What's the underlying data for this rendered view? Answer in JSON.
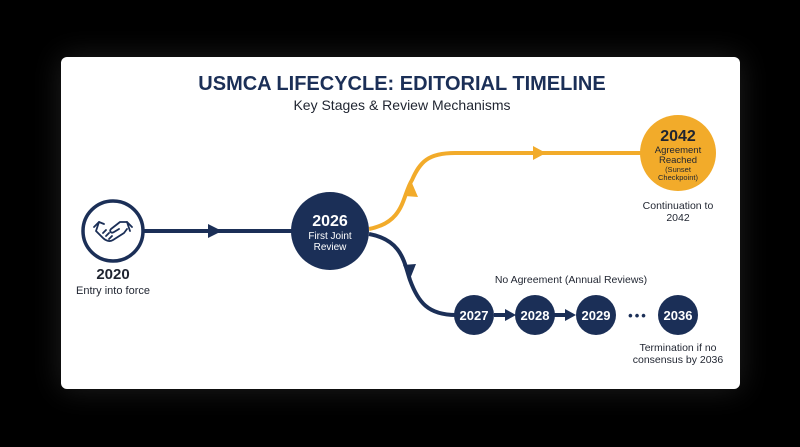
{
  "header": {
    "title": "USMCA LIFECYCLE: EDITORIAL TIMELINE",
    "subtitle": "Key Stages & Review Mechanisms"
  },
  "colors": {
    "navy": "#1b2f57",
    "gold": "#f2ab2a",
    "text": "#1f2430"
  },
  "stages": {
    "start": {
      "icon": "handshake-icon",
      "year": "2020",
      "caption": "Entry into force"
    },
    "review": {
      "year": "2026",
      "line1": "First Joint",
      "line2": "Review"
    },
    "sunset": {
      "year": "2042",
      "line1": "Agreement",
      "line2": "Reached",
      "line3": "(Sunset",
      "line4": "Checkpoint)",
      "caption_line1": "Continuation to",
      "caption_line2": "2042"
    },
    "annual": {
      "label": "No Agreement (Annual Reviews)",
      "years": [
        "2027",
        "2028",
        "2029",
        "2036"
      ],
      "ellipsis": "•••",
      "caption_line1": "Termination if no",
      "caption_line2": "consensus by 2036"
    }
  }
}
